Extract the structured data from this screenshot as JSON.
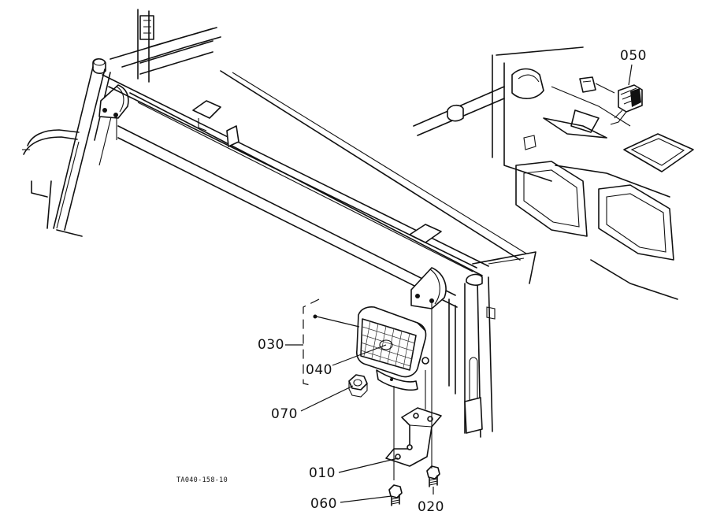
{
  "diagram": {
    "drawing_code": "TA040-158-10",
    "callouts": [
      {
        "id": "050",
        "label": "050"
      },
      {
        "id": "030",
        "label": "030"
      },
      {
        "id": "040",
        "label": "040"
      },
      {
        "id": "070",
        "label": "070"
      },
      {
        "id": "010",
        "label": "010"
      },
      {
        "id": "060",
        "label": "060"
      },
      {
        "id": "020",
        "label": "020"
      }
    ]
  }
}
